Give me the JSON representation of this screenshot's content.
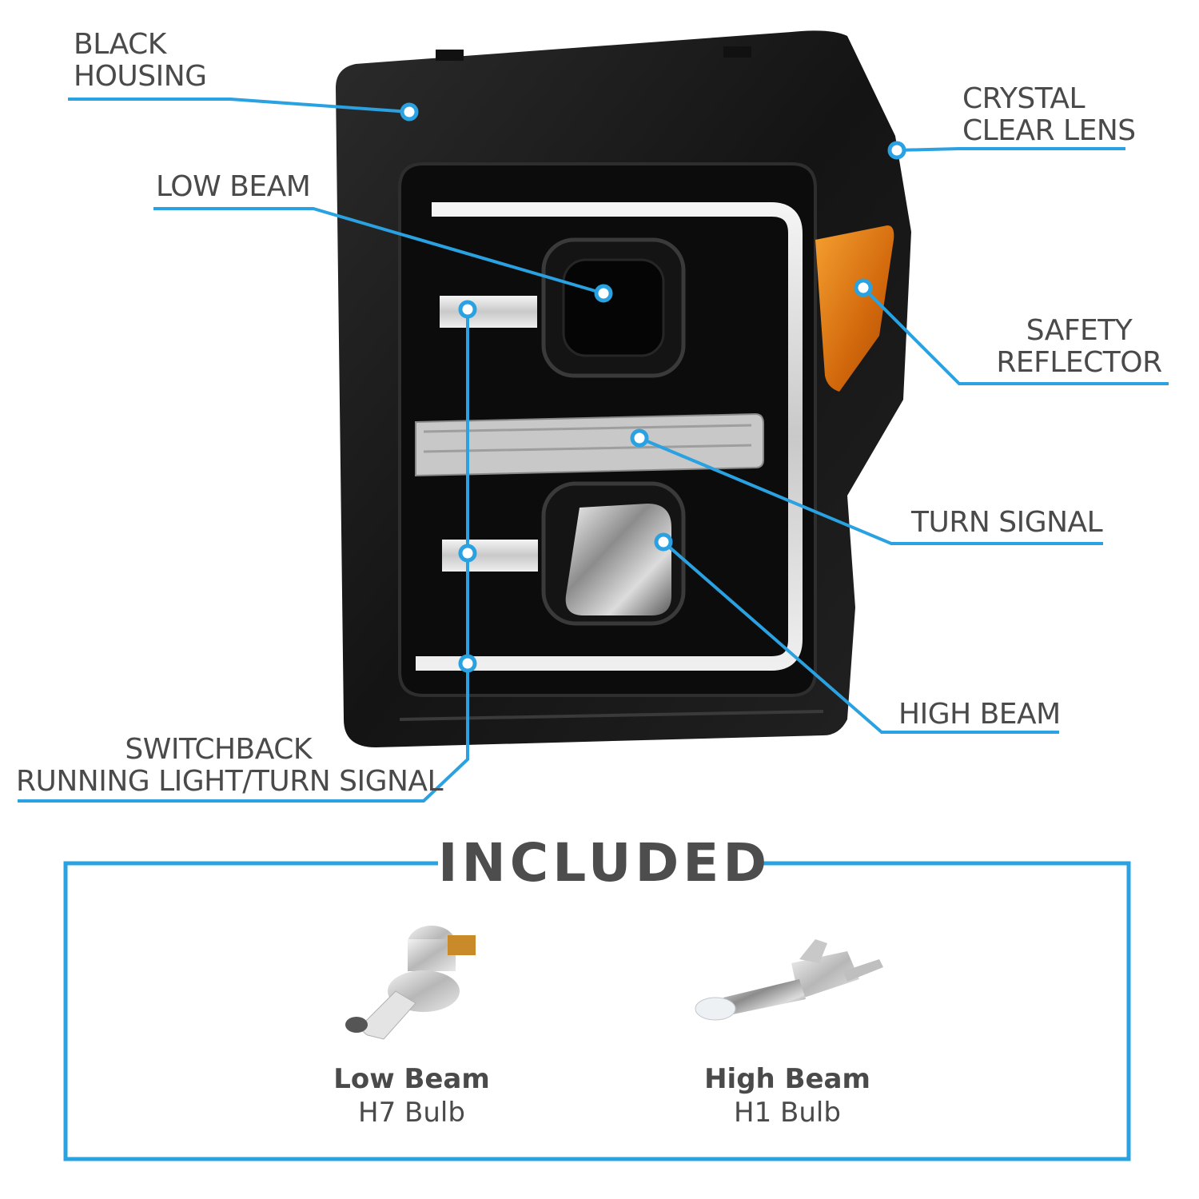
{
  "labels": {
    "black_housing": [
      "BLACK",
      "HOUSING"
    ],
    "crystal_clear_lens": [
      "CRYSTAL",
      "CLEAR LENS"
    ],
    "low_beam": "LOW BEAM",
    "safety_reflector": [
      "SAFETY",
      "REFLECTOR"
    ],
    "turn_signal": "TURN SIGNAL",
    "high_beam": "HIGH BEAM",
    "switchback": [
      "SWITCHBACK",
      "RUNNING LIGHT/TURN SIGNAL"
    ]
  },
  "included": {
    "title": "INCLUDED",
    "bulbs": [
      {
        "name": "Low Beam",
        "type": "H7 Bulb"
      },
      {
        "name": "High Beam",
        "type": "H1 Bulb"
      }
    ]
  },
  "colors": {
    "accent": "#2aa1e0",
    "text": "#4a4a4a",
    "housing": "#1b1b1b",
    "amber": "#e07a14"
  }
}
